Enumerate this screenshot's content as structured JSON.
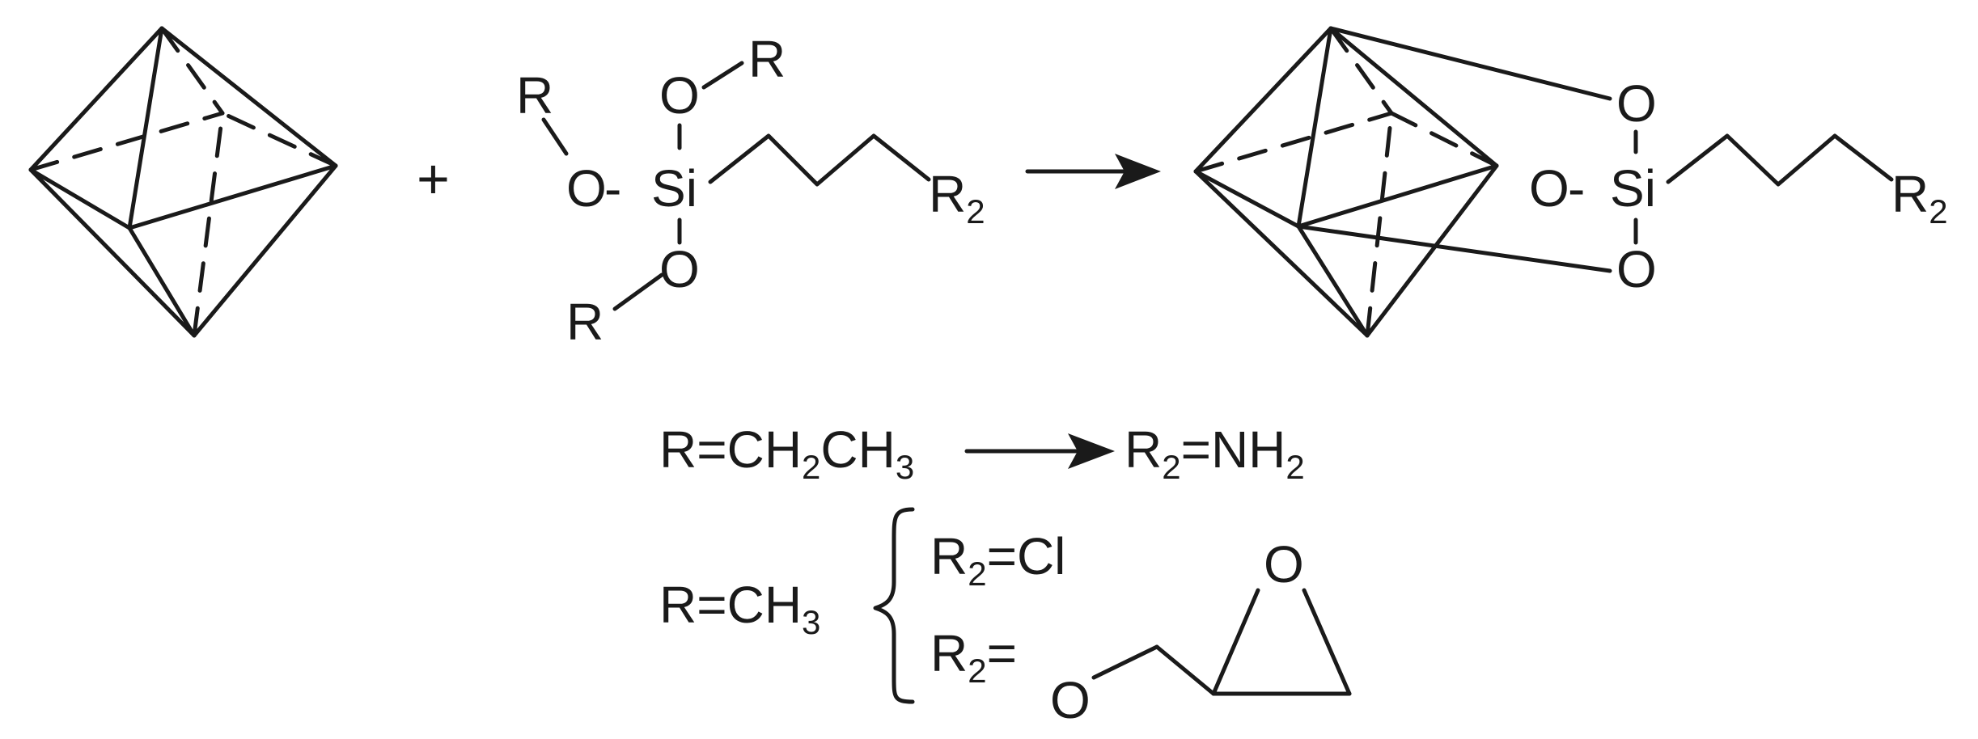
{
  "reagent": {
    "atoms": {
      "r_top": "R",
      "o_top": "O",
      "r_left": "R",
      "o_left": "O",
      "si": "Si",
      "o_bottom": "O",
      "r_bottom": "R",
      "r2": "R",
      "r2_sub": "2"
    },
    "bond_dash": "-"
  },
  "product": {
    "atoms": {
      "o_top": "O",
      "o_mid": "O",
      "si": "Si",
      "o_bottom": "O",
      "r2": "R",
      "r2_sub": "2"
    },
    "bond_dash": "-"
  },
  "operators": {
    "plus": "+"
  },
  "conditions": {
    "row1": {
      "r_prefix": "R=CH",
      "r_sub1": "2",
      "r_mid": "CH",
      "r_sub2": "3",
      "r2_prefix": "R",
      "r2_sub": "2",
      "r2_value": "=NH",
      "r2_value_sub": "2"
    },
    "row2": {
      "r_prefix": "R=CH",
      "r_sub": "3",
      "brace": "{",
      "option1_prefix": "R",
      "option1_sub": "2",
      "option1_value": "=Cl",
      "option2_prefix": "R",
      "option2_sub": "2",
      "option2_value": "=",
      "glycidyl": {
        "o_chain": "O",
        "o_ring": "O"
      }
    }
  }
}
